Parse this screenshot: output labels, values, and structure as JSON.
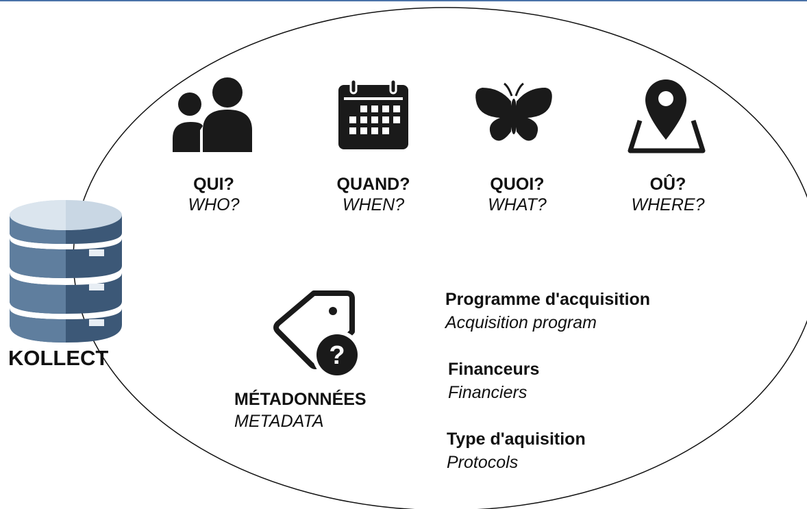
{
  "questions": [
    {
      "fr": "QUI?",
      "en": "WHO?",
      "icon": "people-icon"
    },
    {
      "fr": "QUAND?",
      "en": "WHEN?",
      "icon": "calendar-icon"
    },
    {
      "fr": "QUOI?",
      "en": "WHAT?",
      "icon": "butterfly-icon"
    },
    {
      "fr": "OÛ?",
      "en": "WHERE?",
      "icon": "map-pin-icon"
    }
  ],
  "database": {
    "label": "KOLLECT",
    "icon": "database-icon"
  },
  "metadata": {
    "fr": "MÉTADONNÉES",
    "en": "METADATA",
    "icon": "tag-question-icon"
  },
  "fields": [
    {
      "fr": "Programme d'acquisition",
      "en": "Acquisition program"
    },
    {
      "fr": "Financeurs",
      "en": "Financiers"
    },
    {
      "fr": "Type d'aquisition",
      "en": "Protocols"
    }
  ],
  "colors": {
    "ellipse_stroke": "#111111",
    "db_light": "#c9d7e4",
    "db_mid": "#5f7e9e",
    "db_dark": "#3c5877",
    "icon": "#1a1a1a"
  }
}
